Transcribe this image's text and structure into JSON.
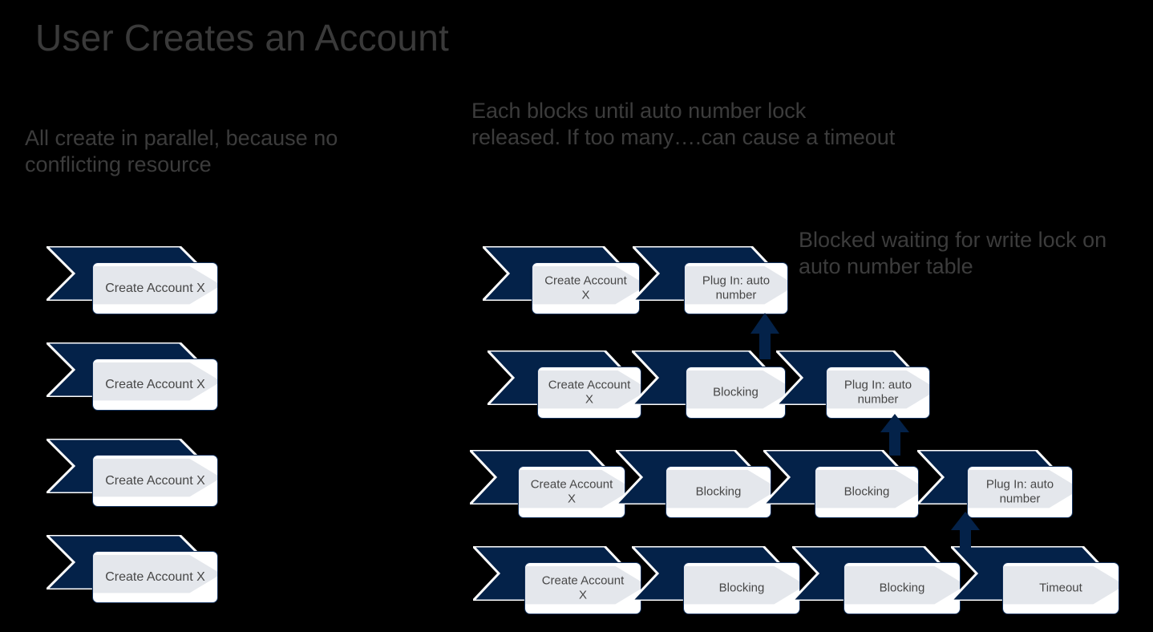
{
  "theme": {
    "background": "#000000",
    "navy": "#042249",
    "navy_border": "#12315c",
    "label_text": "#474747",
    "note_text": "#3c3c3c",
    "title_text": "#3a3a3a",
    "label_bg": "#ffffff",
    "label_inner": "#e4e7ec"
  },
  "title": "User Creates an Account",
  "notes": {
    "parallel": "All create in parallel, because no conflicting resource",
    "blocks": "Each blocks until auto number lock released. If too many….can cause a timeout",
    "waiting": "Blocked waiting for write lock on auto number table"
  },
  "left_column": {
    "rows": [
      {
        "steps": [
          {
            "label": "Create Account X"
          }
        ]
      },
      {
        "steps": [
          {
            "label": "Create Account X"
          }
        ]
      },
      {
        "steps": [
          {
            "label": "Create Account X"
          }
        ]
      },
      {
        "steps": [
          {
            "label": "Create Account X"
          }
        ]
      }
    ]
  },
  "right_column": {
    "rows": [
      {
        "steps": [
          {
            "label": "Create Account\nX"
          },
          {
            "label": "Plug In: auto\nnumber"
          }
        ]
      },
      {
        "steps": [
          {
            "label": "Create Account\nX"
          },
          {
            "label": "Blocking"
          },
          {
            "label": "Plug In: auto\nnumber"
          }
        ]
      },
      {
        "steps": [
          {
            "label": "Create Account\nX"
          },
          {
            "label": "Blocking"
          },
          {
            "label": "Blocking"
          },
          {
            "label": "Plug In: auto\nnumber"
          }
        ]
      },
      {
        "steps": [
          {
            "label": "Create Account\nX"
          },
          {
            "label": "Blocking"
          },
          {
            "label": "Blocking"
          },
          {
            "label": "Timeout"
          }
        ]
      }
    ],
    "arrows": [
      {
        "name": "arrow-row2-to-row1"
      },
      {
        "name": "arrow-row3-to-row2"
      },
      {
        "name": "arrow-row4-to-row3"
      }
    ]
  }
}
